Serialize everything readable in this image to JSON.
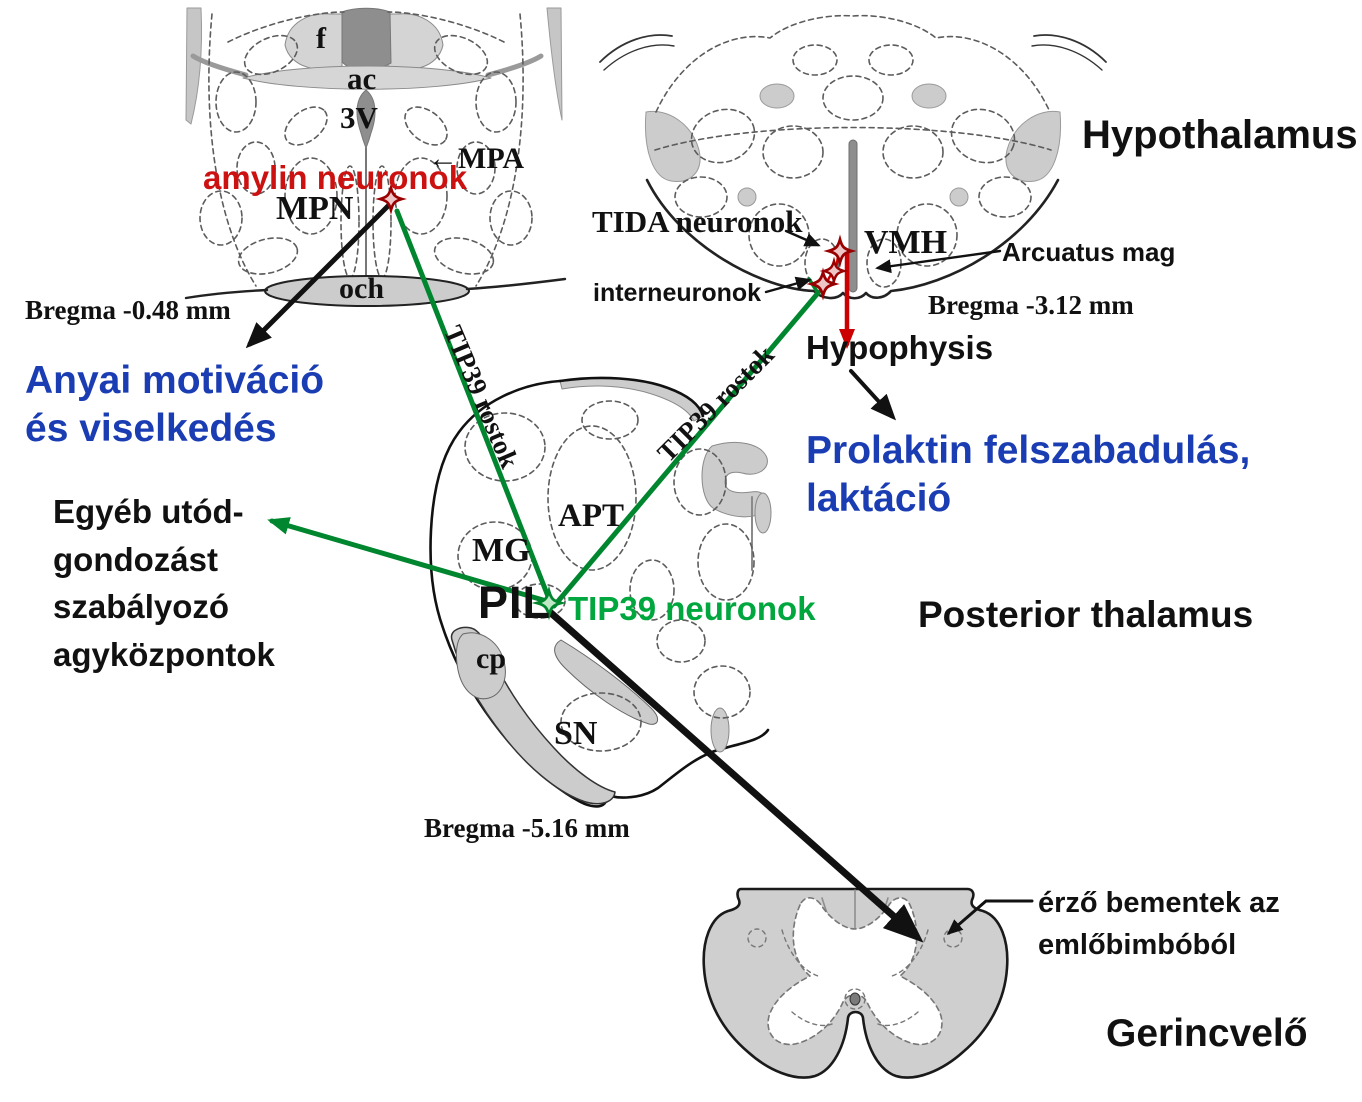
{
  "colors": {
    "outcome_blue": "#1b3db3",
    "tip39_green": "#00a63e",
    "fiber_green": "#00862f",
    "amylin_red": "#cc1111",
    "neuron_dark_red": "#990000"
  },
  "section_preoptic": {
    "bregma": "Bregma -0.48 mm",
    "fornix": "f",
    "anterior_commissure": "ac",
    "third_ventricle": "3V",
    "mpa": "←MPA",
    "mpn": "MPN",
    "och": "och",
    "amylin_neurons": "amylin neuronok"
  },
  "section_hypothalamus": {
    "region": "Hypothalamus",
    "bregma": "Bregma -3.12 mm",
    "tida_neurons": "TIDA neuronok",
    "vmh": "VMH",
    "arcuate": "Arcuatus mag",
    "interneurons": "interneuronok",
    "hypophysis": "Hypophysis"
  },
  "section_thalamus": {
    "region": "Posterior thalamus",
    "bregma": "Bregma -5.16 mm",
    "apt": "APT",
    "mg": "MG",
    "pil": "PIL",
    "tip39_neurons": "TIP39 neuronok",
    "cp": "cp",
    "sn": "SN"
  },
  "section_spinal": {
    "region": "Gerincvelő",
    "sensory_label_line1": "érző bementek az",
    "sensory_label_line2": "emlőbimbóból"
  },
  "fibers": {
    "left": "TIP39 rostok",
    "right": "TIP39 rostok"
  },
  "outcomes": {
    "maternal_line1": "Anyai motiváció",
    "maternal_line2": "és viselkedés",
    "prolactin_line1": "Prolaktin felszabadulás,",
    "prolactin_line2": "laktáció",
    "offspring_line1": "Egyéb utód-",
    "offspring_line2": "gondozást",
    "offspring_line3": "szabályozó",
    "offspring_line4": "agyközpontok"
  }
}
